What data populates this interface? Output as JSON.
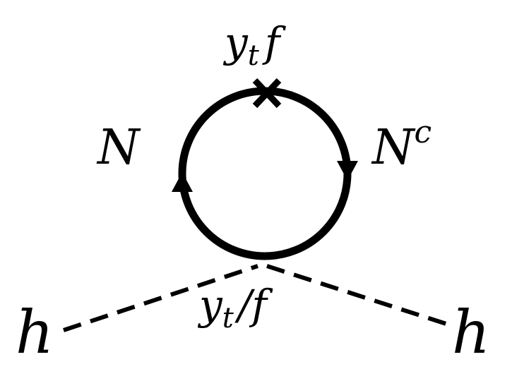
{
  "diagram": {
    "labels": {
      "top_vertex": {
        "base": "y",
        "sub": "t",
        "tail": "f"
      },
      "left_propagator": "N",
      "right_propagator": {
        "base": "N",
        "sup": "c"
      },
      "bottom_vertex": {
        "base": "y",
        "sub": "t",
        "tail": "/f"
      },
      "left_external": "h",
      "right_external": "h"
    },
    "style": {
      "line_color": "#000000",
      "background": "#ffffff"
    }
  }
}
